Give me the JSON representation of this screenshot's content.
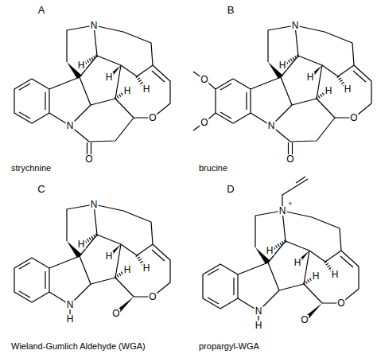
{
  "diagram": {
    "labels": [
      "A",
      "strychnine",
      "B",
      "brucine",
      "C",
      "Wieland-Gumlich Aldehyde (WGA)",
      "D",
      "propargyl-WGA",
      "N",
      "H",
      "H",
      "H",
      "H",
      "N",
      "O",
      "O",
      "O",
      "O",
      "N",
      "H",
      "H",
      "H",
      "H",
      "N",
      "O",
      "O",
      "N",
      "H",
      "H",
      "H",
      "H",
      "N",
      "H",
      "O",
      "O",
      "N",
      "+",
      "H",
      "H",
      "H",
      "H",
      "N",
      "H",
      "O",
      "O"
    ]
  }
}
